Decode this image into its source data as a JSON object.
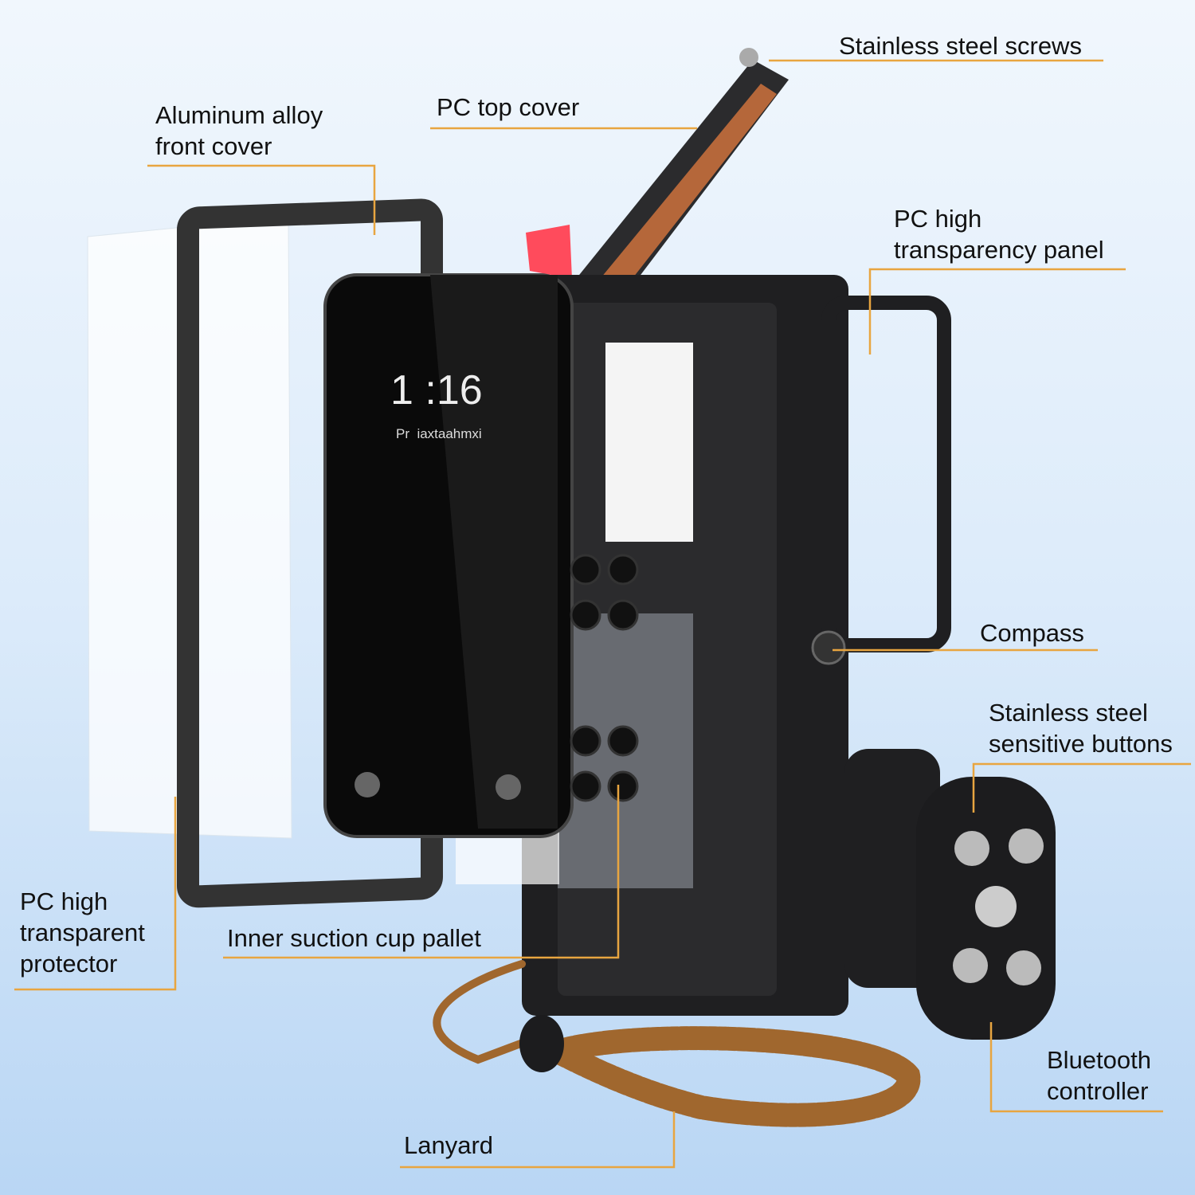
{
  "labels": {
    "screws": "Stainless steel screws",
    "top_cover": "PC top cover",
    "front_cover": "Aluminum alloy\nfront cover",
    "panel": "PC high\ntransparency panel",
    "compass": "Compass",
    "buttons": "Stainless steel\nsensitive buttons",
    "protector": "PC high\ntransparent\nprotector",
    "suction": "Inner suction cup pallet",
    "controller": "Bluetooth\ncontroller",
    "lanyard": "Lanyard"
  },
  "phone_screen": {
    "time": "1 :16",
    "text": "Pr  iaxtaahmxi"
  },
  "colors": {
    "leader": "#e8a540",
    "case": "#1c1c1e",
    "lanyard": "#a0672e",
    "accent": "#ff4b5c"
  }
}
